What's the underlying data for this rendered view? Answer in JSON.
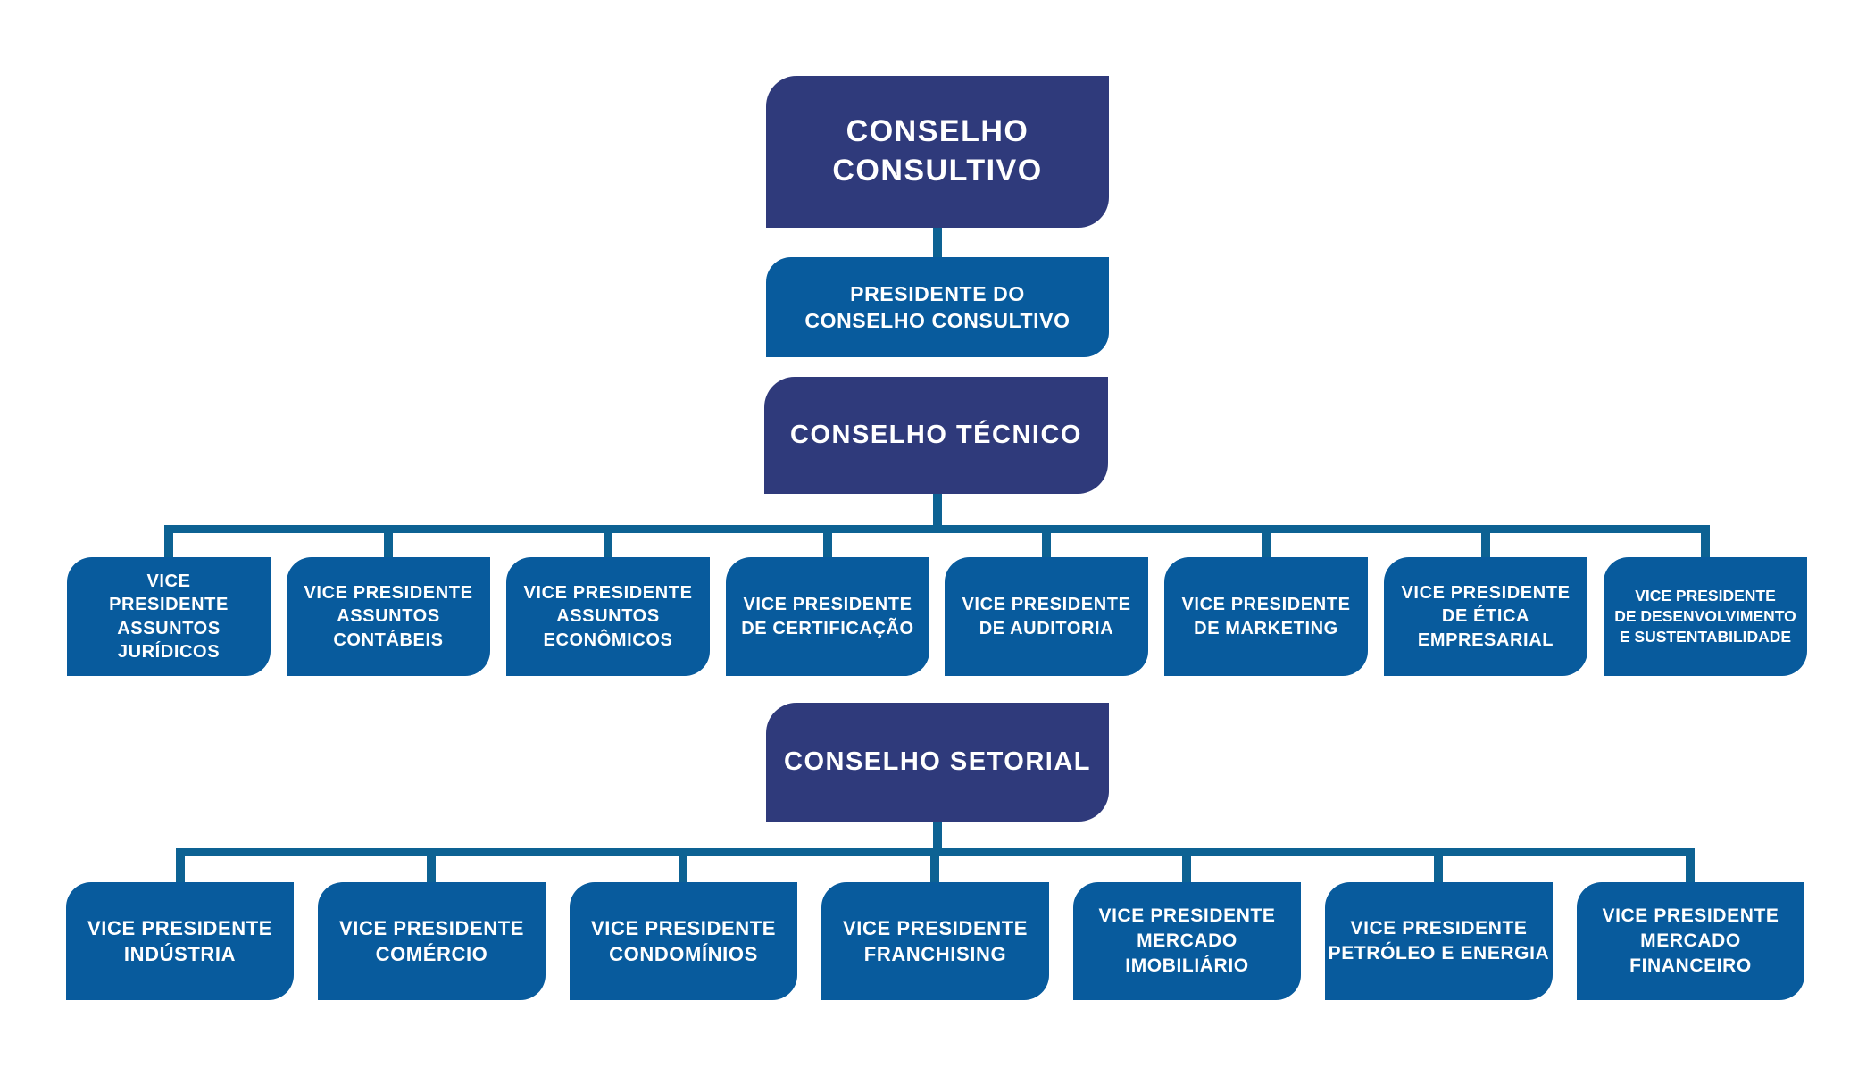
{
  "palette": {
    "dark_navy": "#2F3A7B",
    "box_blue": "#085B9D",
    "connector": "#0D6293",
    "text": "#FFFFFF",
    "background": "#FFFFFF"
  },
  "org_chart": {
    "root": {
      "label_lines": [
        "CONSELHO",
        "CONSULTIVO"
      ]
    },
    "president": {
      "label_lines": [
        "PRESIDENTE DO",
        "CONSELHO CONSULTIVO"
      ]
    },
    "technical_council": {
      "label_lines": [
        "CONSELHO TÉCNICO"
      ],
      "children": [
        {
          "label_lines": [
            "VICE",
            "PRESIDENTE",
            "ASSUNTOS",
            "JURÍDICOS"
          ]
        },
        {
          "label_lines": [
            "VICE PRESIDENTE",
            "ASSUNTOS",
            "CONTÁBEIS"
          ]
        },
        {
          "label_lines": [
            "VICE PRESIDENTE",
            "ASSUNTOS",
            "ECONÔMICOS"
          ]
        },
        {
          "label_lines": [
            "VICE PRESIDENTE",
            "DE CERTIFICAÇÃO"
          ]
        },
        {
          "label_lines": [
            "VICE PRESIDENTE",
            "DE AUDITORIA"
          ]
        },
        {
          "label_lines": [
            "VICE PRESIDENTE",
            "DE MARKETING"
          ]
        },
        {
          "label_lines": [
            "VICE PRESIDENTE",
            "DE ÉTICA",
            "EMPRESARIAL"
          ]
        },
        {
          "label_lines": [
            "VICE PRESIDENTE",
            "DE DESENVOLVIMENTO",
            "E SUSTENTABILIDADE"
          ]
        }
      ]
    },
    "sector_council": {
      "label_lines": [
        "CONSELHO SETORIAL"
      ],
      "children": [
        {
          "label_lines": [
            "VICE PRESIDENTE",
            "INDÚSTRIA"
          ]
        },
        {
          "label_lines": [
            "VICE PRESIDENTE",
            "COMÉRCIO"
          ]
        },
        {
          "label_lines": [
            "VICE PRESIDENTE",
            "CONDOMÍNIOS"
          ]
        },
        {
          "label_lines": [
            "VICE PRESIDENTE",
            "FRANCHISING"
          ]
        },
        {
          "label_lines": [
            "VICE PRESIDENTE",
            "MERCADO",
            "IMOBILIÁRIO"
          ]
        },
        {
          "label_lines": [
            "VICE PRESIDENTE",
            "PETRÓLEO E ENERGIA"
          ]
        },
        {
          "label_lines": [
            "VICE PRESIDENTE",
            "MERCADO",
            "FINANCEIRO"
          ]
        }
      ]
    }
  }
}
